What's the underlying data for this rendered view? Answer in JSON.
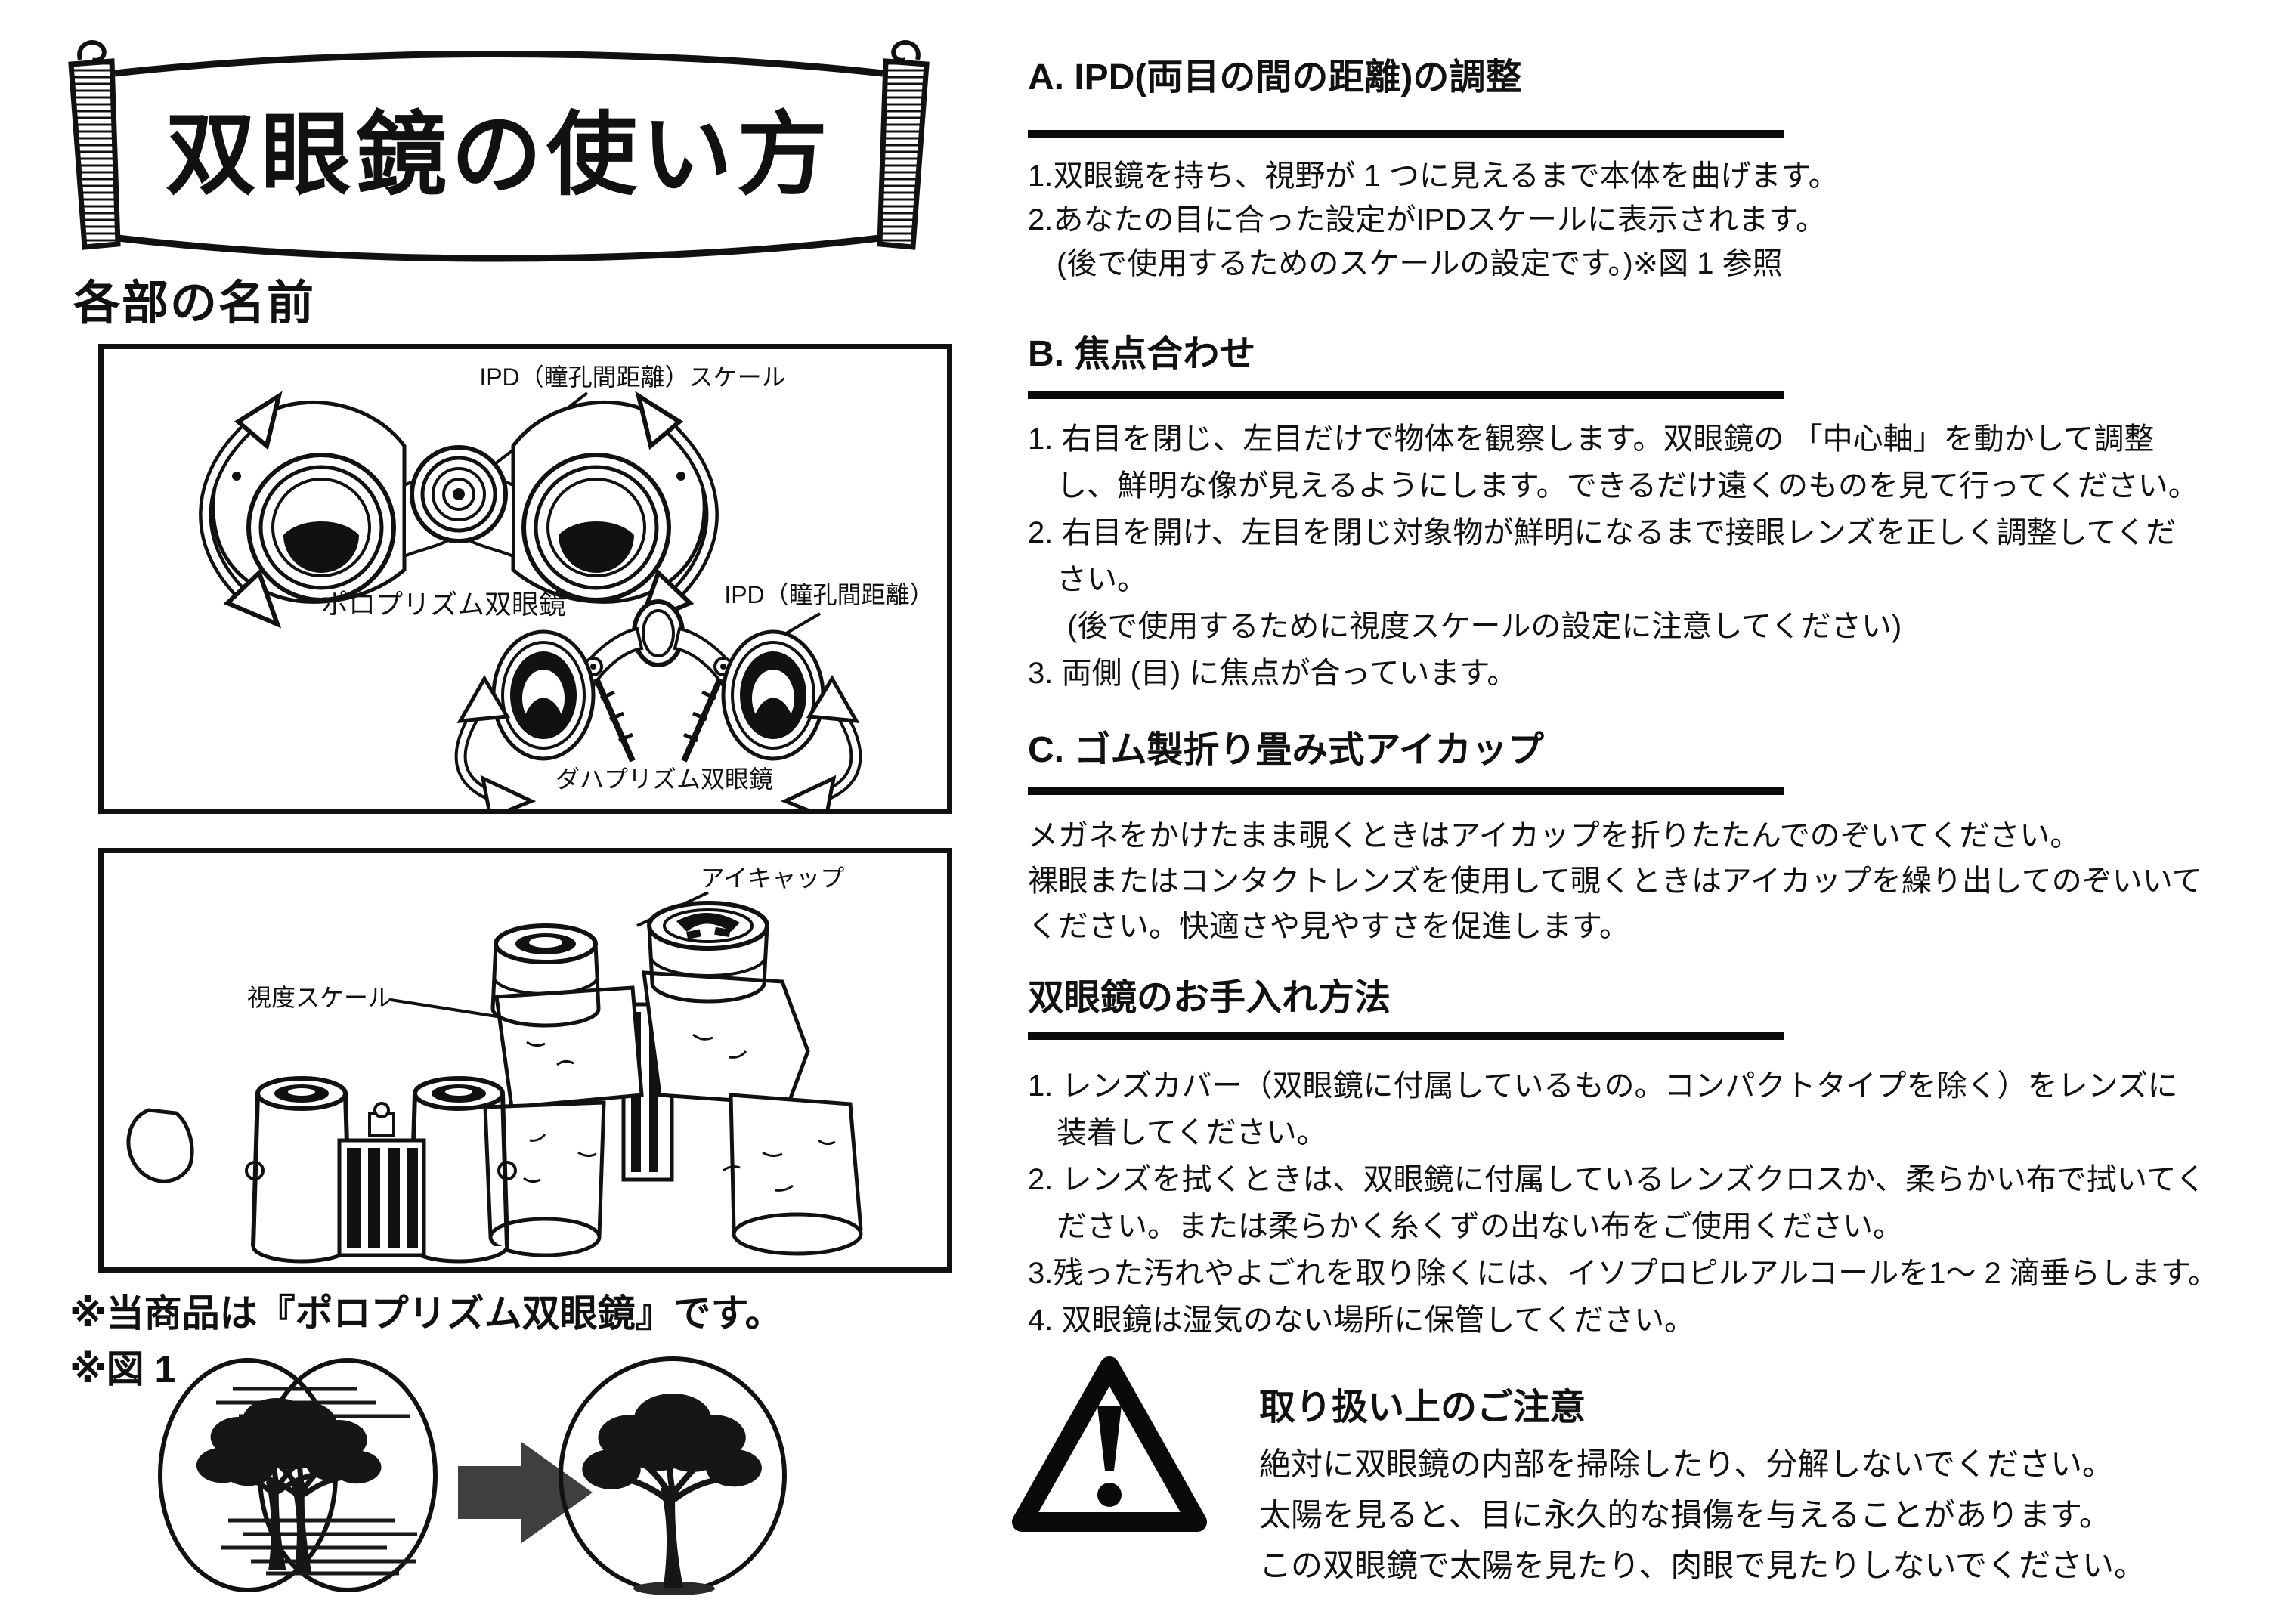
{
  "left": {
    "banner_title": "双眼鏡の使い方",
    "parts_heading": "各部の名前",
    "diagram_top": {
      "ipd_scale_label": "IPD（瞳孔間距離）スケール",
      "porro_label": "ポロプリズム双眼鏡",
      "ipd_label": "IPD（瞳孔間距離）",
      "dach_label": "ダハプリズム双眼鏡"
    },
    "diagram_bottom": {
      "eyecap_label": "アイキャップ",
      "diopter_label": "視度スケール"
    },
    "product_note": "※当商品は『ポロプリズム双眼鏡』です。",
    "figure_label": "※図 1"
  },
  "sections": {
    "a": {
      "title": "A. IPD(両目の間の距離)の調整",
      "lines": [
        "1.双眼鏡を持ち、視野が 1 つに見えるまで本体を曲げます。",
        "2.あなたの目に合った設定がIPDスケールに表示されます。",
        "(後で使用するためのスケールの設定です。)※図 1 参照"
      ]
    },
    "b": {
      "title": "B. 焦点合わせ",
      "lines": [
        "1. 右目を閉じ、左目だけで物体を観察します。双眼鏡の 「中心軸」を動かして調整",
        "し、鮮明な像が見えるようにします。できるだけ遠くのものを見て行ってください。",
        "2. 右目を開け、左目を閉じ対象物が鮮明になるまで接眼レンズを正しく調整してくだ",
        "さい。",
        "(後で使用するために視度スケールの設定に注意してください)",
        "3. 両側 (目) に焦点が合っています。"
      ]
    },
    "c": {
      "title": "C. ゴム製折り畳み式アイカップ",
      "lines": [
        "メガネをかけたまま覗くときはアイカップを折りたたんでのぞいてください。",
        "裸眼またはコンタクトレンズを使用して覗くときはアイカップを繰り出してのぞいいて",
        "ください。快適さや見やすさを促進します。"
      ]
    },
    "care": {
      "title": "双眼鏡のお手入れ方法",
      "lines": [
        "1. レンズカバー（双眼鏡に付属しているもの。コンパクトタイプを除く）をレンズに",
        "装着してください。",
        "2. レンズを拭くときは、双眼鏡に付属しているレンズクロスか、柔らかい布で拭いてく",
        "ださい。または柔らかく糸くずの出ない布をご使用ください。",
        "3.残った汚れやよごれを取り除くには、イソプロピルアルコールを1〜 2 滴垂らします。",
        "4. 双眼鏡は湿気のない場所に保管してください。"
      ]
    },
    "warning": {
      "title": "取り扱い上のご注意",
      "lines": [
        "絶対に双眼鏡の内部を掃除したり、分解しないでください。",
        "太陽を見ると、目に永久的な損傷を与えることがあります。",
        "この双眼鏡で太陽を見たり、肉眼で見たりしないでください。"
      ]
    }
  },
  "colors": {
    "ink": "#111111",
    "arrow_gray": "#3f3f3f",
    "background": "#ffffff"
  }
}
